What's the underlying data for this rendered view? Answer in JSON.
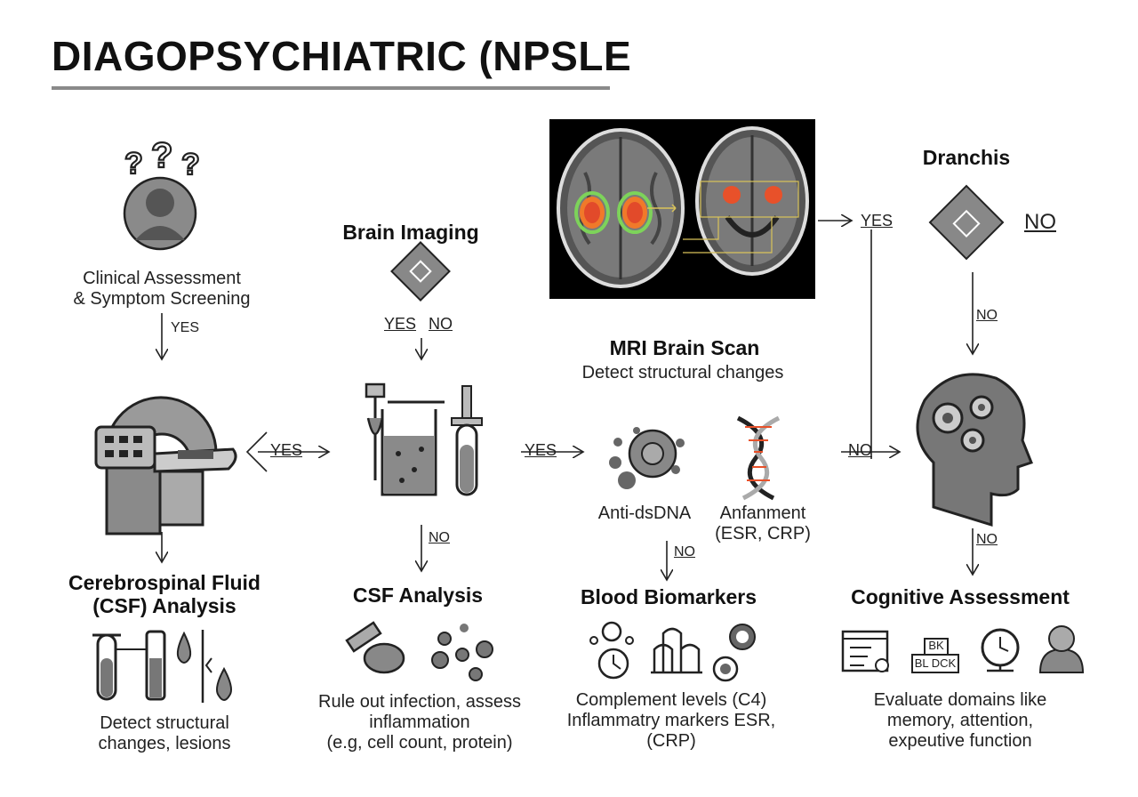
{
  "title": "DIAGOPSYCHIATRIC (NPSLE",
  "steps": {
    "clinical": {
      "line1": "Clinical Assessment",
      "line2": "& Symptom Screening"
    },
    "brain_imaging": {
      "title": "Brain Imaging"
    },
    "mri": {
      "title": "MRI Brain Scan",
      "desc": "Detect structural changes"
    },
    "dranchis": {
      "title": "Dranchis"
    },
    "csf_left": {
      "title1": "Cerebrospinal Fluid",
      "title2": "(CSF) Analysis",
      "desc1": "Detect structural",
      "desc2": "changes, lesions"
    },
    "csf_mid": {
      "title": "CSF Analysis",
      "desc1": "Rule out infection, assess",
      "desc2": "inflammation",
      "desc3": "(e.g, cell count, protein)"
    },
    "blood": {
      "title": "Blood Biomarkers",
      "desc1": "Complement levels (C4)",
      "desc2": "Inflammatry markers ESR,",
      "desc3": "(CRP)"
    },
    "cognitive": {
      "title": "Cognitive Assessment",
      "desc1": "Evaluate domains like",
      "desc2": "memory, attention,",
      "desc3": "expeutive function"
    }
  },
  "markers": {
    "anti_dsdna": "Anti-dsDNA",
    "anfanment1": "Anfanment",
    "anfanment2": "(ESR, CRP)"
  },
  "blocks": {
    "bk": "BK",
    "blk": "BL DCK"
  },
  "arrow_labels": {
    "yes": "YES",
    "no": "NO"
  },
  "colors": {
    "ink": "#222222",
    "gray": "#8a8a8a",
    "icon_fill": "#7a7a7a",
    "mri_bg": "#000000",
    "highlight": "#e8512a"
  }
}
